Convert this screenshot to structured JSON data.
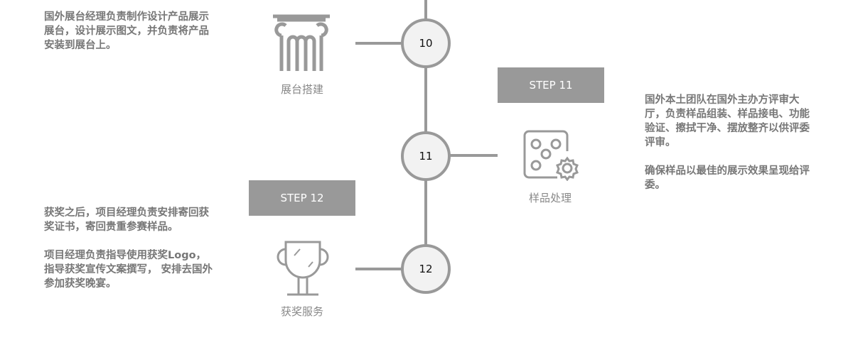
{
  "steps": [
    {
      "number": "10",
      "icon_label": "展台搭建",
      "desc": [
        "国外展台经理负责制作设计产品展示展台，设计展示图文，并负责将产品安装到展台上。"
      ]
    },
    {
      "number": "11",
      "step_label": "STEP 11",
      "icon_label": "样品处理",
      "desc": [
        "国外本土团队在国外主办方评审大厅，负责样品组装、样品接电、功能验证、擦拭干净、摆放整齐以供评委评审。",
        "确保样品以最佳的展示效果呈现给评委。"
      ]
    },
    {
      "number": "12",
      "step_label": "STEP 12",
      "icon_label": "获奖服务",
      "desc": [
        "获奖之后，项目经理负责安排寄回获奖证书，寄回贵重参赛样品。",
        "项目经理负责指导使用获奖Logo，指导获奖宣传文案撰写， 安排去国外参加获奖晚宴。"
      ]
    }
  ]
}
